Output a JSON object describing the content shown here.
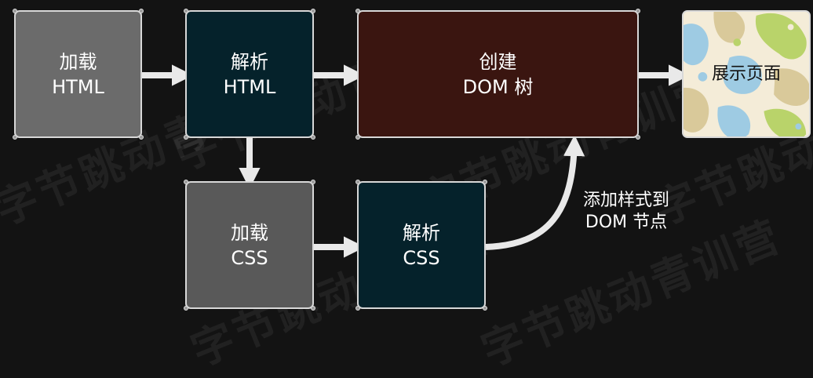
{
  "diagram": {
    "nodes": {
      "load_html": {
        "line1": "加载",
        "line2": "HTML"
      },
      "parse_html": {
        "line1": "解析",
        "line2": "HTML"
      },
      "build_dom": {
        "line1": "创建",
        "line2": "DOM 树"
      },
      "render_page": {
        "label": "展示页面"
      },
      "load_css": {
        "line1": "加载",
        "line2": "CSS"
      },
      "parse_css": {
        "line1": "解析",
        "line2": "CSS"
      }
    },
    "edge_label": {
      "line1": "添加样式到",
      "line2": "DOM 节点"
    }
  },
  "watermark": "字节跳动青训营",
  "colors": {
    "background": "#131313",
    "arrow": "#e9e9e9",
    "load_html_fill": "#6b6b6b",
    "parse_fill": "#05222b",
    "dom_fill": "#3a1510",
    "load_css_fill": "#595959"
  }
}
